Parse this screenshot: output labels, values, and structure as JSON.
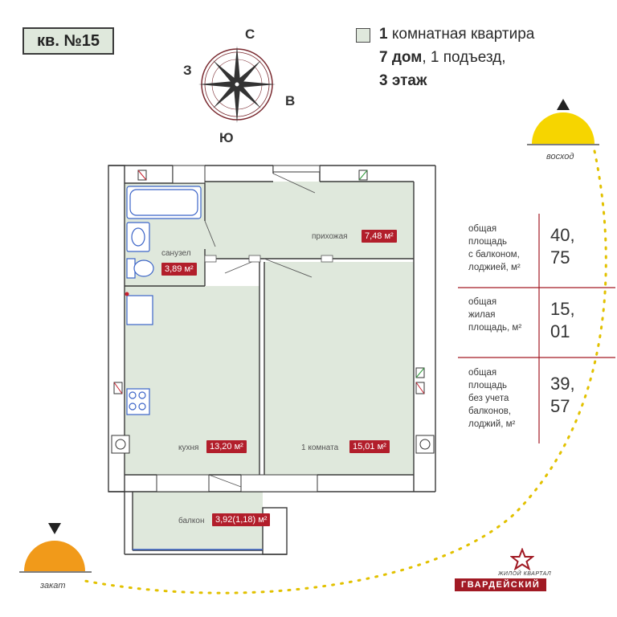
{
  "apartment": {
    "badge": "кв. №15"
  },
  "info": {
    "rooms_num": "1",
    "rooms_text": " комнатная квартира",
    "house_num": "7 дом",
    "entrance_text": ", 1 подъезд,",
    "floor_text": "3 этаж"
  },
  "compass": {
    "north": "С",
    "east": "В",
    "south": "Ю",
    "west": "З"
  },
  "sun": {
    "sunrise_label": "восход",
    "sunset_label": "закат"
  },
  "stats": [
    {
      "label_lines": [
        "общая",
        "площадь",
        "с балконом,",
        "лоджией, м²"
      ],
      "value_lines": [
        "40,",
        "75"
      ]
    },
    {
      "label_lines": [
        "общая",
        "жилая",
        "площадь, м²"
      ],
      "value_lines": [
        "15,",
        "01"
      ]
    },
    {
      "label_lines": [
        "общая",
        "площадь",
        "без учета",
        "балконов,",
        "лоджий, м²"
      ],
      "value_lines": [
        "39,",
        "57"
      ]
    }
  ],
  "rooms": {
    "bathroom": {
      "name": "санузел",
      "area": "3,89 м²"
    },
    "hallway": {
      "name": "прихожая",
      "area": "7,48 м²"
    },
    "kitchen": {
      "name": "кухня",
      "area": "13,20 м²"
    },
    "room": {
      "name": "1 комната",
      "area": "15,01 м²"
    },
    "balcony": {
      "name": "балкон",
      "area": "3,92(1,18) м²"
    }
  },
  "brand": {
    "subtitle": "ЖИЛОЙ КВАРТАЛ",
    "name": "ГВАРДЕЙСКИЙ"
  },
  "colors": {
    "accent_red": "#b21e2b",
    "floor_fill": "#dfe8dc",
    "sun_yellow": "#f6d500",
    "sun_orange": "#f19a1a",
    "wall": "#3a3a3a"
  }
}
